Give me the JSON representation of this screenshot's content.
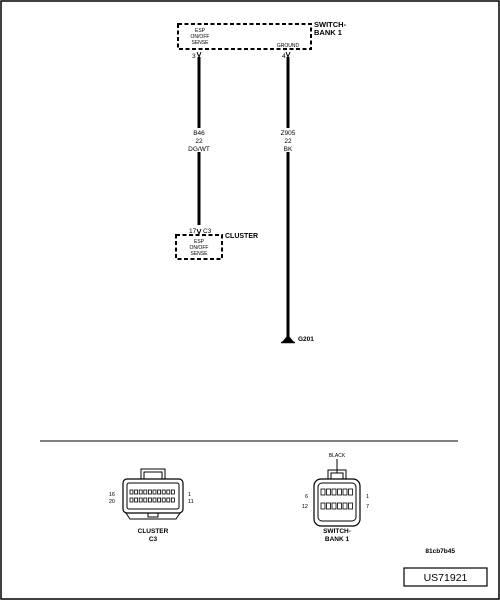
{
  "switch_bank": {
    "title_line1": "SWITCH-",
    "title_line2": "BANK 1",
    "esp_line1": "ESP",
    "esp_line2": "ON/OFF",
    "esp_line3": "SENSE",
    "ground_label": "GROUND",
    "pin_esp": "3",
    "pin_ground": "4"
  },
  "wire_esp": {
    "circuit": "B46",
    "gauge": "22",
    "color": "DG/WT"
  },
  "wire_ground": {
    "circuit": "Z905",
    "gauge": "22",
    "color": "BK"
  },
  "cluster": {
    "title": "CLUSTER",
    "pin": "17",
    "connector": "C3",
    "esp_line1": "ESP",
    "esp_line2": "ON/OFF",
    "esp_line3": "SENSE"
  },
  "ground_point": "G201",
  "connector_views": {
    "cluster": {
      "label_line1": "CLUSTER",
      "label_line2": "C3",
      "pin_top_left": "16",
      "pin_bottom_left": "20",
      "pin_top_right": "1",
      "pin_bottom_right": "11"
    },
    "switch_bank": {
      "color_label": "BLACK",
      "label_line1": "SWITCH-",
      "label_line2": "BANK 1",
      "pin_top_left": "6",
      "pin_bottom_left": "12",
      "pin_top_right": "1",
      "pin_bottom_right": "7"
    }
  },
  "image_code": "81cb7b45",
  "doc_id": "US71921"
}
